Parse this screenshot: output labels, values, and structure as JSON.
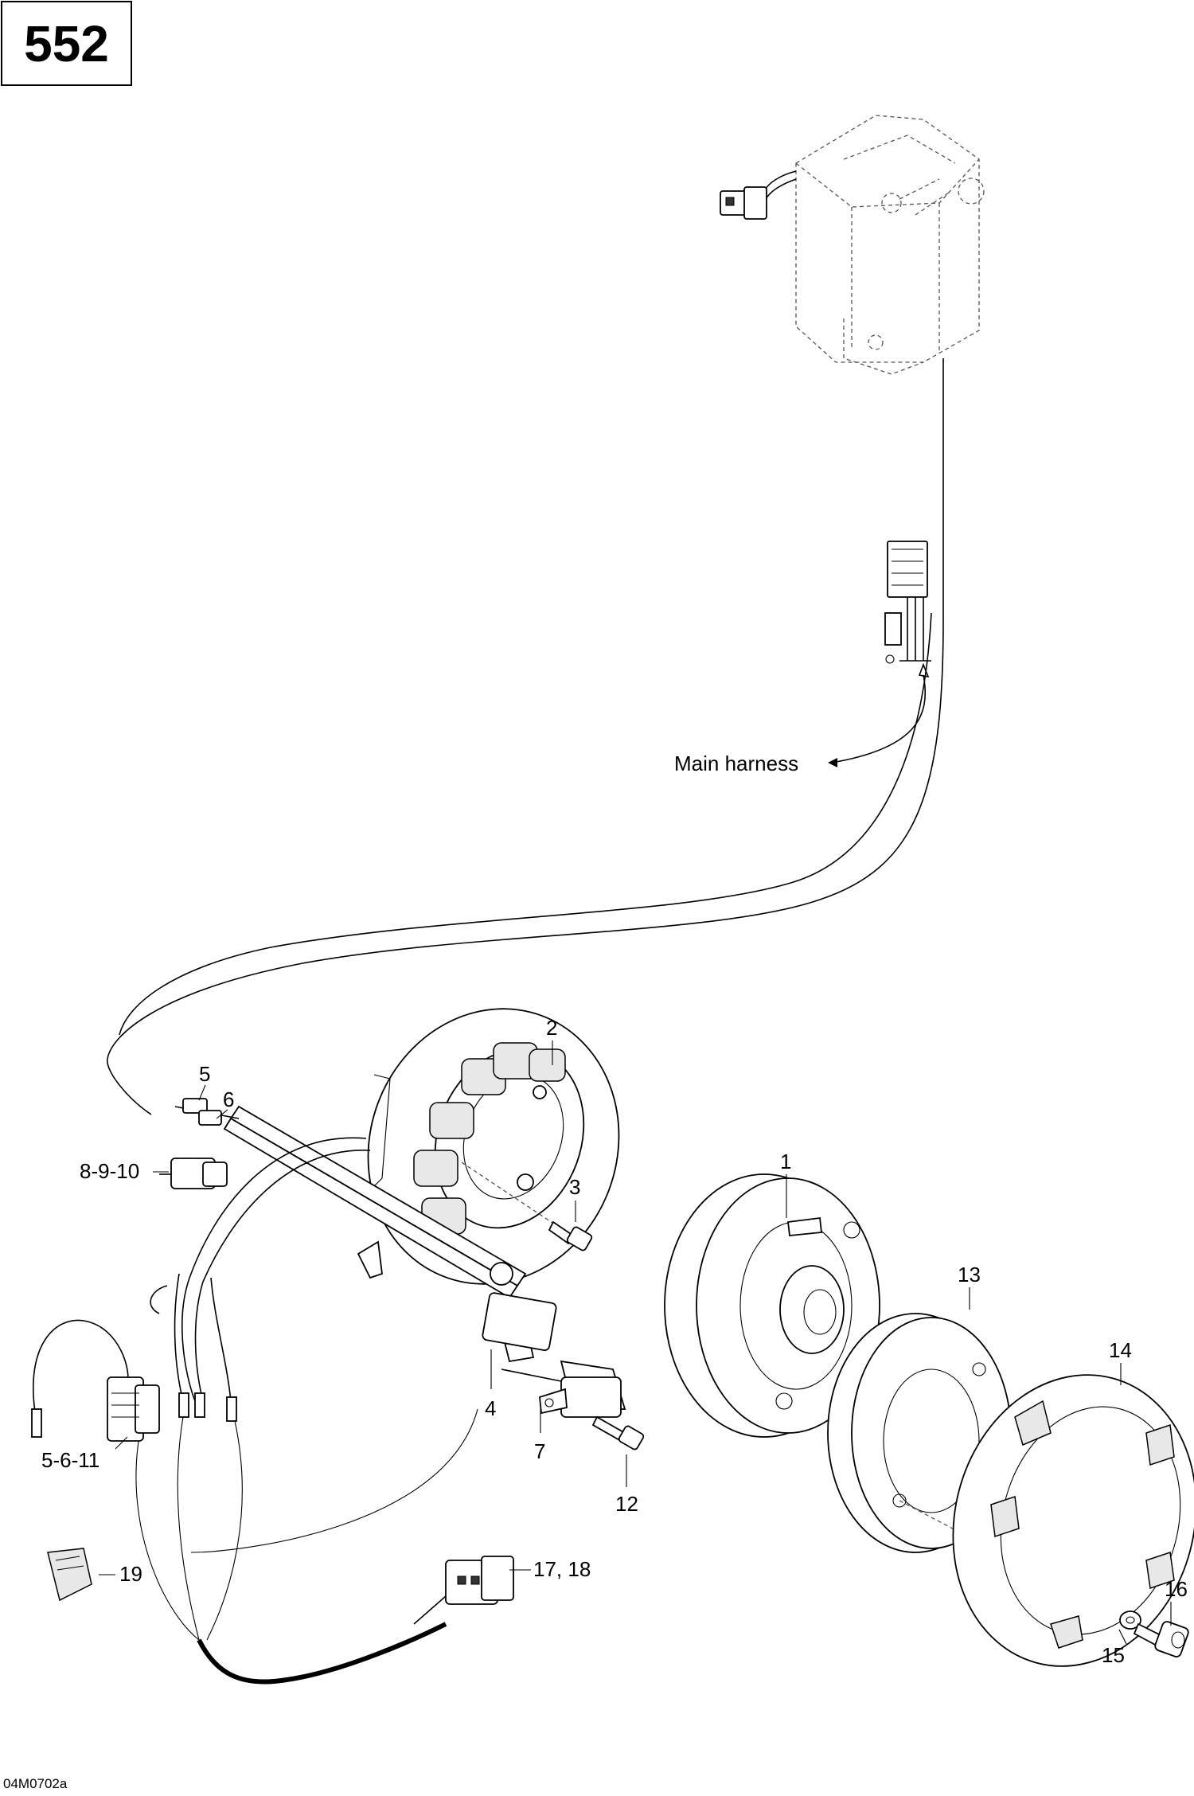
{
  "page": {
    "number": "552"
  },
  "figure": {
    "code": "04M0702a"
  },
  "labels": {
    "main_harness": "Main harness",
    "c1": "1",
    "c2": "2",
    "c3": "3",
    "c4": "4",
    "c5": "5",
    "c6": "6",
    "c7": "7",
    "c8910": "8-9-10",
    "c12": "12",
    "c13": "13",
    "c14": "14",
    "c15": "15",
    "c16": "16",
    "c1718": "17, 18",
    "c19": "19",
    "c5611": "5-6-11"
  },
  "icons": [
    "ignition-module-icon",
    "connector-icon",
    "stator-icon",
    "flywheel-icon",
    "trigger-wheel-icon",
    "starter-cup-icon",
    "screw-icon",
    "washer-icon",
    "sensor-icon"
  ]
}
